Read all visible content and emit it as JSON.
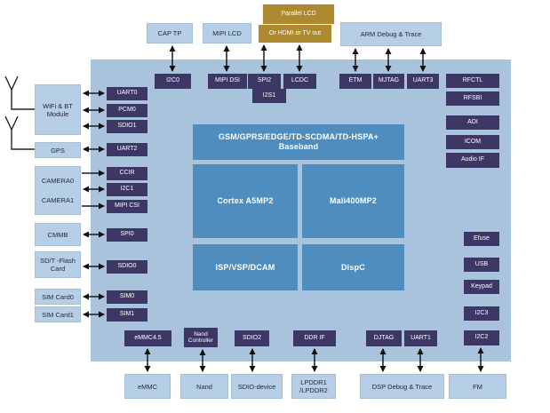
{
  "colors": {
    "main_block": "#a9c3dc",
    "port_box": "#3d3766",
    "core_box": "#4f8dbe",
    "peripheral_box": "#b6cfe6",
    "gold_box": "#ad8a2f"
  },
  "top": {
    "cap_tp": "CAP TP",
    "mipi_lcd": "MIPI LCD",
    "parallel_lcd": "Parallel LCD",
    "hdmi_tv": "Or HDMI or TV out",
    "arm_debug": "ARM Debug & Trace"
  },
  "left": {
    "wifi_line1": "WiFi & BT",
    "wifi_line2": "Module",
    "gps": "GPS",
    "camera0": "CAMERA0",
    "camera1": "CAMERA1",
    "cmmb": "CMMB",
    "sd_flash_line1": "SD/T -Flash",
    "sd_flash_line2": "Card",
    "sim_card0": "SIM Card0",
    "sim_card1": "SIM Card1"
  },
  "bottom": {
    "emmc": "eMMC",
    "nand": "Nand",
    "sdio_device": "SDIO-device",
    "lpddr_line1": "LPDDR1",
    "lpddr_line2": "/LPDDR2",
    "dsp_debug": "DSP Debug & Trace",
    "fm": "FM"
  },
  "ports": {
    "top": {
      "i2c0": "I2C0",
      "mipi_dsi": "MIPI DSI",
      "spi2": "SPI2",
      "i2s1": "I2S1",
      "lcdc": "LCDC",
      "etm": "ETM",
      "mjtag": "MJTAG",
      "uart3": "UART3"
    },
    "left": {
      "uart0": "UART0",
      "pcm0": "PCM0",
      "sdio1": "SDIO1",
      "uart2": "UART2",
      "ccir": "CCIR",
      "i2c1": "I2C1",
      "mipi_csi": "MIPI CSI",
      "spi0": "SPI0",
      "sdio0": "SDIO0",
      "sim0": "SIM0",
      "sim1": "SIM1"
    },
    "right": {
      "rfctl": "RFCTL",
      "rfsbi": "RFSBI",
      "adi": "ADI",
      "icom": "ICOM",
      "audio_if": "Audio IF",
      "efuse": "Efuse",
      "usb": "USB",
      "keypad": "Keypad",
      "i2c3": "I2C3",
      "i2c2": "I2C2"
    },
    "bottom": {
      "emmc45": "eMMC4.5",
      "nand_ctrl_line1": "Nand",
      "nand_ctrl_line2": "Controller",
      "sdio2": "SDIO2",
      "ddr_if": "DDR IF",
      "djtag": "DJTAG",
      "uart1": "UART1"
    }
  },
  "core": {
    "baseband_line1": "GSM/GPRS/EDGE/TD-SCDMA/TD-HSPA+",
    "baseband_line2": "Baseband",
    "cpu": "Cortex A5MP2",
    "gpu": "Mali400MP2",
    "isp": "ISP/VSP/DCAM",
    "dispc": "DispC"
  }
}
